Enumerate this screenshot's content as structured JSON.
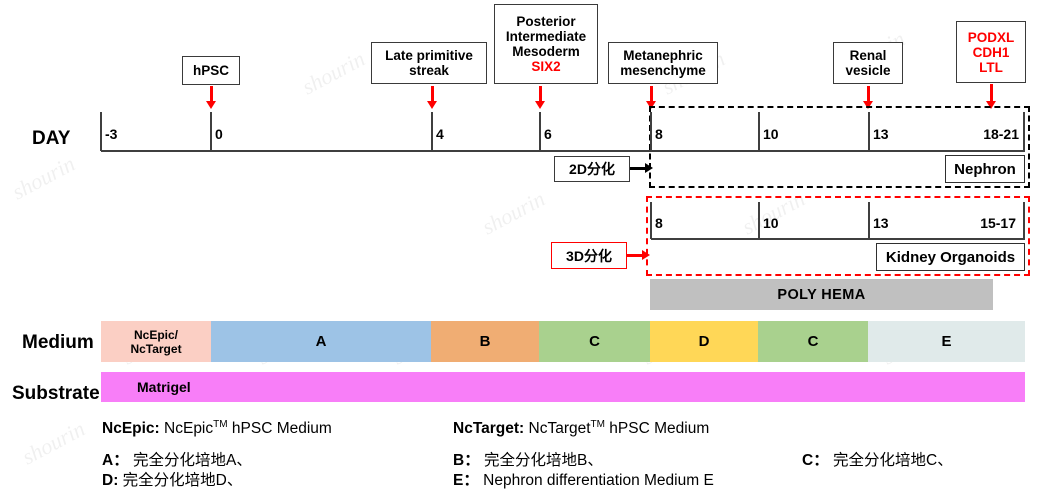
{
  "diagram": {
    "title": "hPSC kidney organoid differentiation timeline",
    "row_titles": {
      "day": "DAY",
      "medium": "Medium",
      "substrate": "Substrate"
    },
    "colors": {
      "red": "#ff0000",
      "black": "#000000",
      "ncepic_pink": "#fbcfc4",
      "medium_a_blue": "#9dc3e6",
      "medium_b_orange": "#f0ad73",
      "medium_c_green": "#a9d18e",
      "medium_d_yellow": "#ffd757",
      "medium_e_paleblue": "#e0eaea",
      "matrigel_magenta": "#f87ef8",
      "polyhema_gray": "#c0c0c0"
    },
    "stage_boxes": [
      {
        "name": "hpsc",
        "lines": [
          {
            "text": "hPSC",
            "color": "black"
          }
        ]
      },
      {
        "name": "late-primitive-streak",
        "lines": [
          {
            "text": "Late primitive",
            "color": "black"
          },
          {
            "text": "streak",
            "color": "black"
          }
        ]
      },
      {
        "name": "posterior-intermediate-mesoderm",
        "lines": [
          {
            "text": "Posterior",
            "color": "black"
          },
          {
            "text": "Intermediate",
            "color": "black"
          },
          {
            "text": "Mesoderm",
            "color": "black"
          },
          {
            "text": "SIX2",
            "color": "red"
          }
        ]
      },
      {
        "name": "metanephric-mesenchyme",
        "lines": [
          {
            "text": "Metanephric",
            "color": "black"
          },
          {
            "text": "mesenchyme",
            "color": "black"
          }
        ]
      },
      {
        "name": "renal-vesicle",
        "lines": [
          {
            "text": "Renal",
            "color": "black"
          },
          {
            "text": "vesicle",
            "color": "black"
          }
        ]
      },
      {
        "name": "markers",
        "lines": [
          {
            "text": "PODXL",
            "color": "red"
          },
          {
            "text": "CDH1",
            "color": "red"
          },
          {
            "text": "LTL",
            "color": "red"
          }
        ]
      }
    ],
    "main_axis": {
      "ticks": [
        "-3",
        "0",
        "4",
        "6",
        "8",
        "10",
        "13",
        "18-21"
      ]
    },
    "organoid_axis": {
      "ticks": [
        "8",
        "10",
        "13",
        "15-17"
      ]
    },
    "callouts": {
      "twod": "2D分化",
      "threed": "3D分化"
    },
    "outputs": {
      "nephron": "Nephron",
      "kidney_organoids": "Kidney Organoids"
    },
    "polyhema": "POLY HEMA",
    "medium_segments": [
      {
        "label": "NcEpic/\nNcTarget",
        "label_line1": "NcEpic/",
        "label_line2": "NcTarget",
        "color": "#fbcfc4"
      },
      {
        "label": "A",
        "color": "#9dc3e6"
      },
      {
        "label": "B",
        "color": "#f0ad73"
      },
      {
        "label": "C",
        "color": "#a9d18e"
      },
      {
        "label": "D",
        "color": "#ffd757"
      },
      {
        "label": "C",
        "color": "#a9d18e"
      },
      {
        "label": "E",
        "color": "#e0eaea"
      }
    ],
    "substrate": {
      "label": "Matrigel",
      "color": "#f87ef8"
    },
    "legend": {
      "ncepic_key": "NcEpic:",
      "ncepic_value_pre": "NcEpic",
      "ncepic_value_sup": "TM",
      "ncepic_value_post": " hPSC Medium",
      "nctarget_key": "NcTarget:",
      "nctarget_value_pre": "NcTarget",
      "nctarget_value_sup": "TM",
      "nctarget_value_post": " hPSC Medium",
      "a_key": "A：",
      "a_value": "完全分化培地A、",
      "b_key": "B：",
      "b_value": "完全分化培地B、",
      "c_key": "C：",
      "c_value": "完全分化培地C、",
      "d_key": "D:",
      "d_value": "完全分化培地D、",
      "e_key": "E：",
      "e_value": "Nephron differentiation Medium E"
    },
    "watermark": "shourin"
  }
}
